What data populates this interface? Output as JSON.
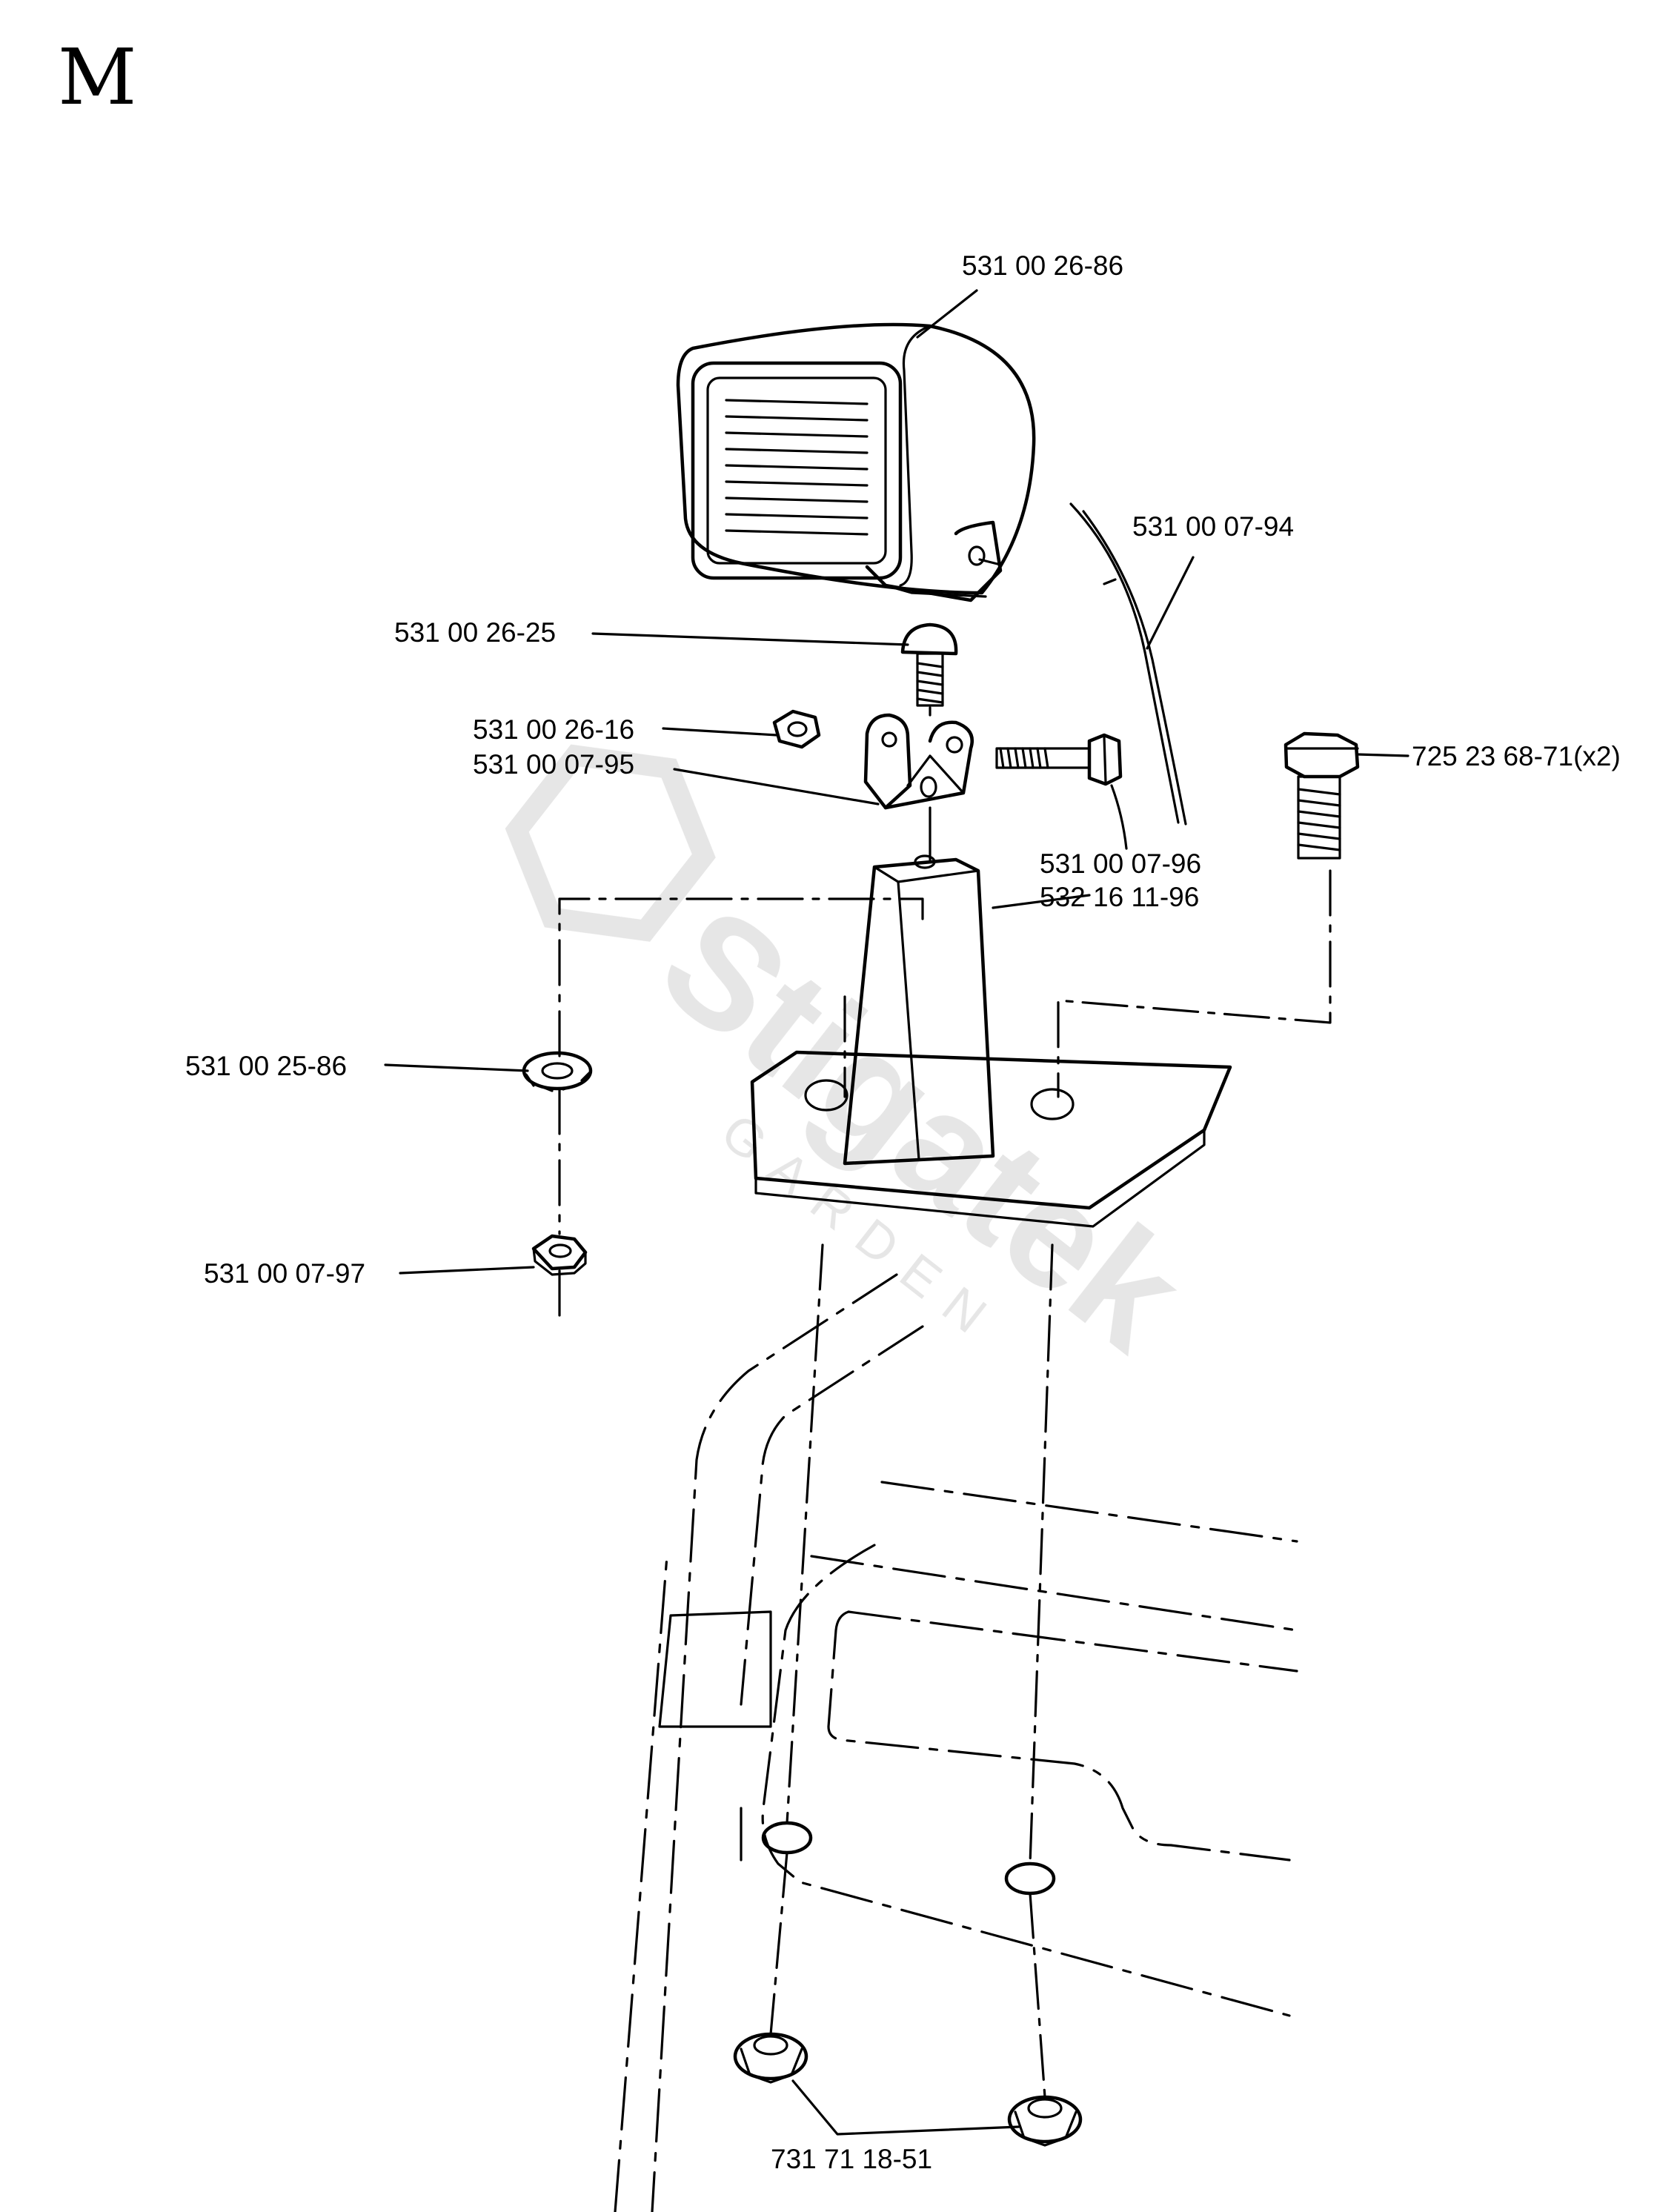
{
  "section_letter": "M",
  "watermark": {
    "brand": "Stigatek",
    "sub": "GARDEN"
  },
  "callouts": {
    "lamp": "531 00 26-86",
    "cable": "531 00 07-94",
    "carriage_bolt": "531 00 26-25",
    "nut_small": "531 00 26-16",
    "bracket": "531 00 07-95",
    "bolt_long": "531 00 07-96",
    "stand": "532 16 11-96",
    "screw_x2": "725 23 68-71(x2)",
    "lock_washer": "531 00 25-86",
    "nut_bottom": "531 00 07-97",
    "flange_nuts": "731 71 18-51"
  }
}
